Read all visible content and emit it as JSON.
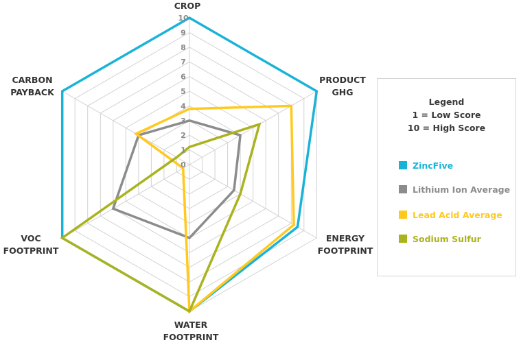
{
  "chart_data": {
    "type": "radar",
    "axes": [
      "CROP",
      "PRODUCT GHG",
      "ENERGY FOOTPRINT",
      "WATER FOOTPRINT",
      "VOC FOOTPRINT",
      "CARBON PAYBACK"
    ],
    "axis_label_lines": [
      [
        "CROP"
      ],
      [
        "PRODUCT",
        "GHG"
      ],
      [
        "ENERGY",
        "FOOTPRINT"
      ],
      [
        "WATER",
        "FOOTPRINT"
      ],
      [
        "VOC",
        "FOOTPRINT"
      ],
      [
        "CARBON",
        "PAYBACK"
      ]
    ],
    "range": [
      0,
      10
    ],
    "ticks": [
      "0",
      "1",
      "2",
      "3",
      "4",
      "5",
      "6",
      "7",
      "8",
      "9",
      "10"
    ],
    "series": [
      {
        "name": "ZincFive",
        "color": "#1ab3d8",
        "values": [
          10,
          10,
          8.5,
          10,
          10,
          10
        ]
      },
      {
        "name": "Lithium Ion Average",
        "color": "#8c8c8c",
        "values": [
          3,
          4,
          3.5,
          5,
          6,
          4
        ]
      },
      {
        "name": "Lead Acid Average",
        "color": "#ffc91e",
        "values": [
          3.8,
          8,
          8.2,
          10,
          0.5,
          4.2
        ]
      },
      {
        "name": "Sodium Sulfur",
        "color": "#aab31e",
        "values": [
          1.2,
          5.5,
          4,
          10,
          10,
          1
        ]
      }
    ],
    "grid": true,
    "legend_position": "right"
  },
  "legend": {
    "title_lines": [
      "Legend",
      "1 = Low Score",
      "10  = High Score"
    ],
    "items": [
      "ZincFive",
      "Lithium Ion Average",
      "Lead Acid Average",
      "Sodium Sulfur"
    ],
    "colors": [
      "#1ab3d8",
      "#8c8c8c",
      "#ffc91e",
      "#aab31e"
    ]
  }
}
